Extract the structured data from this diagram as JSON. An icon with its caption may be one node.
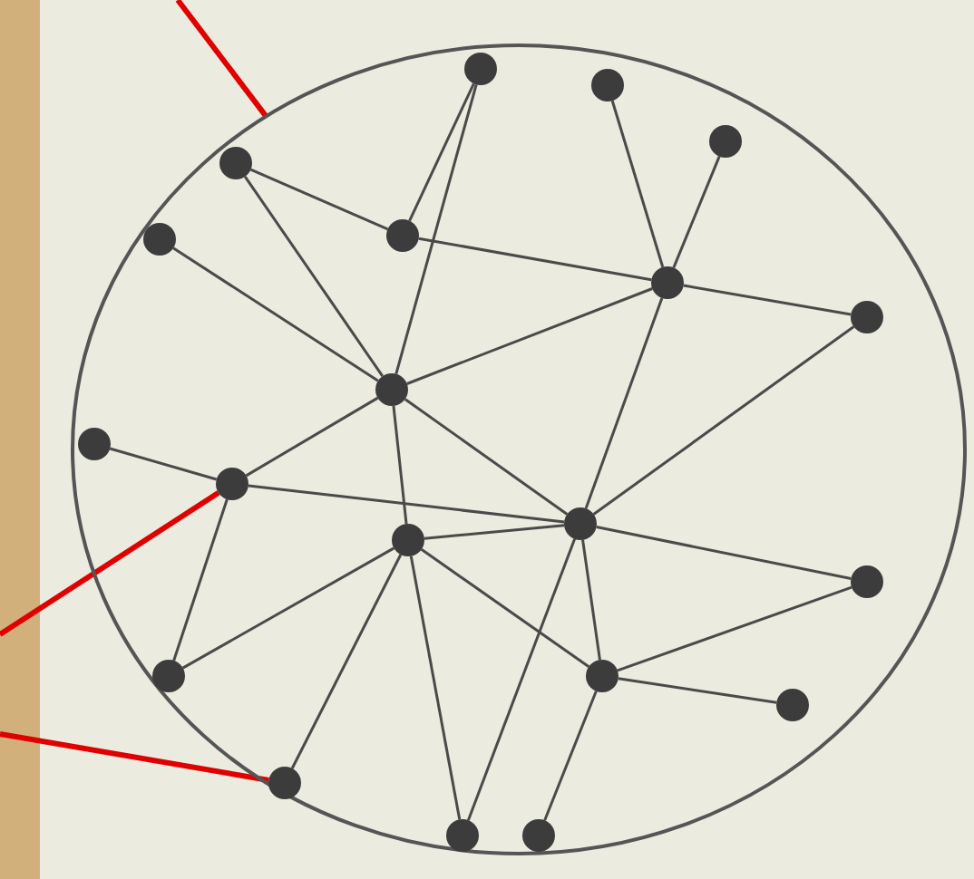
{
  "diagram": {
    "nodes": [
      {
        "text": [],
        "shape": "circle"
      },
      {
        "text": [],
        "shape": "circle",
        "in": 0
      },
      {
        "text": [],
        "shape": "circle",
        "in": 0
      },
      {
        "text": [],
        "shape": "circle",
        "in": 0
      },
      {
        "text": [],
        "shape": "circle",
        "in": 0
      },
      {
        "text": [],
        "shape": "circle",
        "in": 0
      },
      {
        "text": [],
        "shape": "circle",
        "in": 0
      },
      {
        "text": [],
        "shape": "circle",
        "in": 0
      },
      {
        "text": [],
        "shape": "circle",
        "in": 0
      },
      {
        "text": [],
        "shape": "circle",
        "in": 0
      },
      {
        "text": [],
        "shape": "circle",
        "in": 0
      },
      {
        "text": [],
        "shape": "circle",
        "in": 0
      },
      {
        "text": [],
        "shape": "circle",
        "in": 0
      },
      {
        "text": [],
        "shape": "circle",
        "in": 0
      },
      {
        "text": [],
        "shape": "circle",
        "in": 0
      },
      {
        "text": [],
        "shape": "circle",
        "in": 0
      },
      {
        "text": [],
        "shape": "circle",
        "in": 0
      },
      {
        "text": [],
        "shape": "circle",
        "in": 0
      },
      {
        "text": [],
        "shape": "circle",
        "in": 0
      },
      {
        "text": [],
        "shape": "circle",
        "in": 0
      },
      {
        "text": [],
        "shape": "circle",
        "in": 0
      }
    ],
    "edges": [
      {
        "from": 1,
        "to": 5,
        "arrow": "none"
      },
      {
        "from": 1,
        "to": 9,
        "arrow": "none"
      },
      {
        "from": 2,
        "to": 7,
        "arrow": "none"
      },
      {
        "from": 3,
        "to": 7,
        "arrow": "none"
      },
      {
        "from": 4,
        "to": 5,
        "arrow": "none"
      },
      {
        "from": 4,
        "to": 9,
        "arrow": "none"
      },
      {
        "from": 5,
        "to": 7,
        "arrow": "none"
      },
      {
        "from": 6,
        "to": 9,
        "arrow": "none"
      },
      {
        "from": 7,
        "to": 8,
        "arrow": "none"
      },
      {
        "from": 7,
        "to": 9,
        "arrow": "none"
      },
      {
        "from": 7,
        "to": 13,
        "arrow": "none"
      },
      {
        "from": 8,
        "to": 13,
        "arrow": "none"
      },
      {
        "from": 9,
        "to": 11,
        "arrow": "none"
      },
      {
        "from": 9,
        "to": 12,
        "arrow": "none"
      },
      {
        "from": 9,
        "to": 13,
        "arrow": "none"
      },
      {
        "from": 10,
        "to": 11,
        "arrow": "none"
      },
      {
        "from": 11,
        "to": 13,
        "arrow": "none"
      },
      {
        "from": 11,
        "to": 16,
        "arrow": "none"
      },
      {
        "from": 12,
        "to": 16,
        "arrow": "none"
      },
      {
        "from": 12,
        "to": 18,
        "arrow": "none"
      },
      {
        "from": 12,
        "to": 19,
        "arrow": "none"
      },
      {
        "from": 12,
        "to": 15,
        "arrow": "none"
      },
      {
        "from": 12,
        "to": 13,
        "arrow": "none"
      },
      {
        "from": 13,
        "to": 14,
        "arrow": "none"
      },
      {
        "from": 13,
        "to": 15,
        "arrow": "none"
      },
      {
        "from": 13,
        "to": 19,
        "arrow": "none"
      },
      {
        "from": 15,
        "to": 14,
        "arrow": "none"
      },
      {
        "from": 15,
        "to": 17,
        "arrow": "none"
      },
      {
        "from": 15,
        "to": 20,
        "arrow": "none"
      },
      {
        "from": null,
        "to": 0,
        "arrow": "none",
        "style": "thick",
        "color": "#e00000"
      },
      {
        "from": null,
        "to": 11,
        "arrow": "none",
        "style": "thick",
        "color": "#e00000"
      },
      {
        "from": null,
        "to": 18,
        "arrow": "none",
        "style": "thick",
        "color": "#e00000"
      }
    ]
  }
}
